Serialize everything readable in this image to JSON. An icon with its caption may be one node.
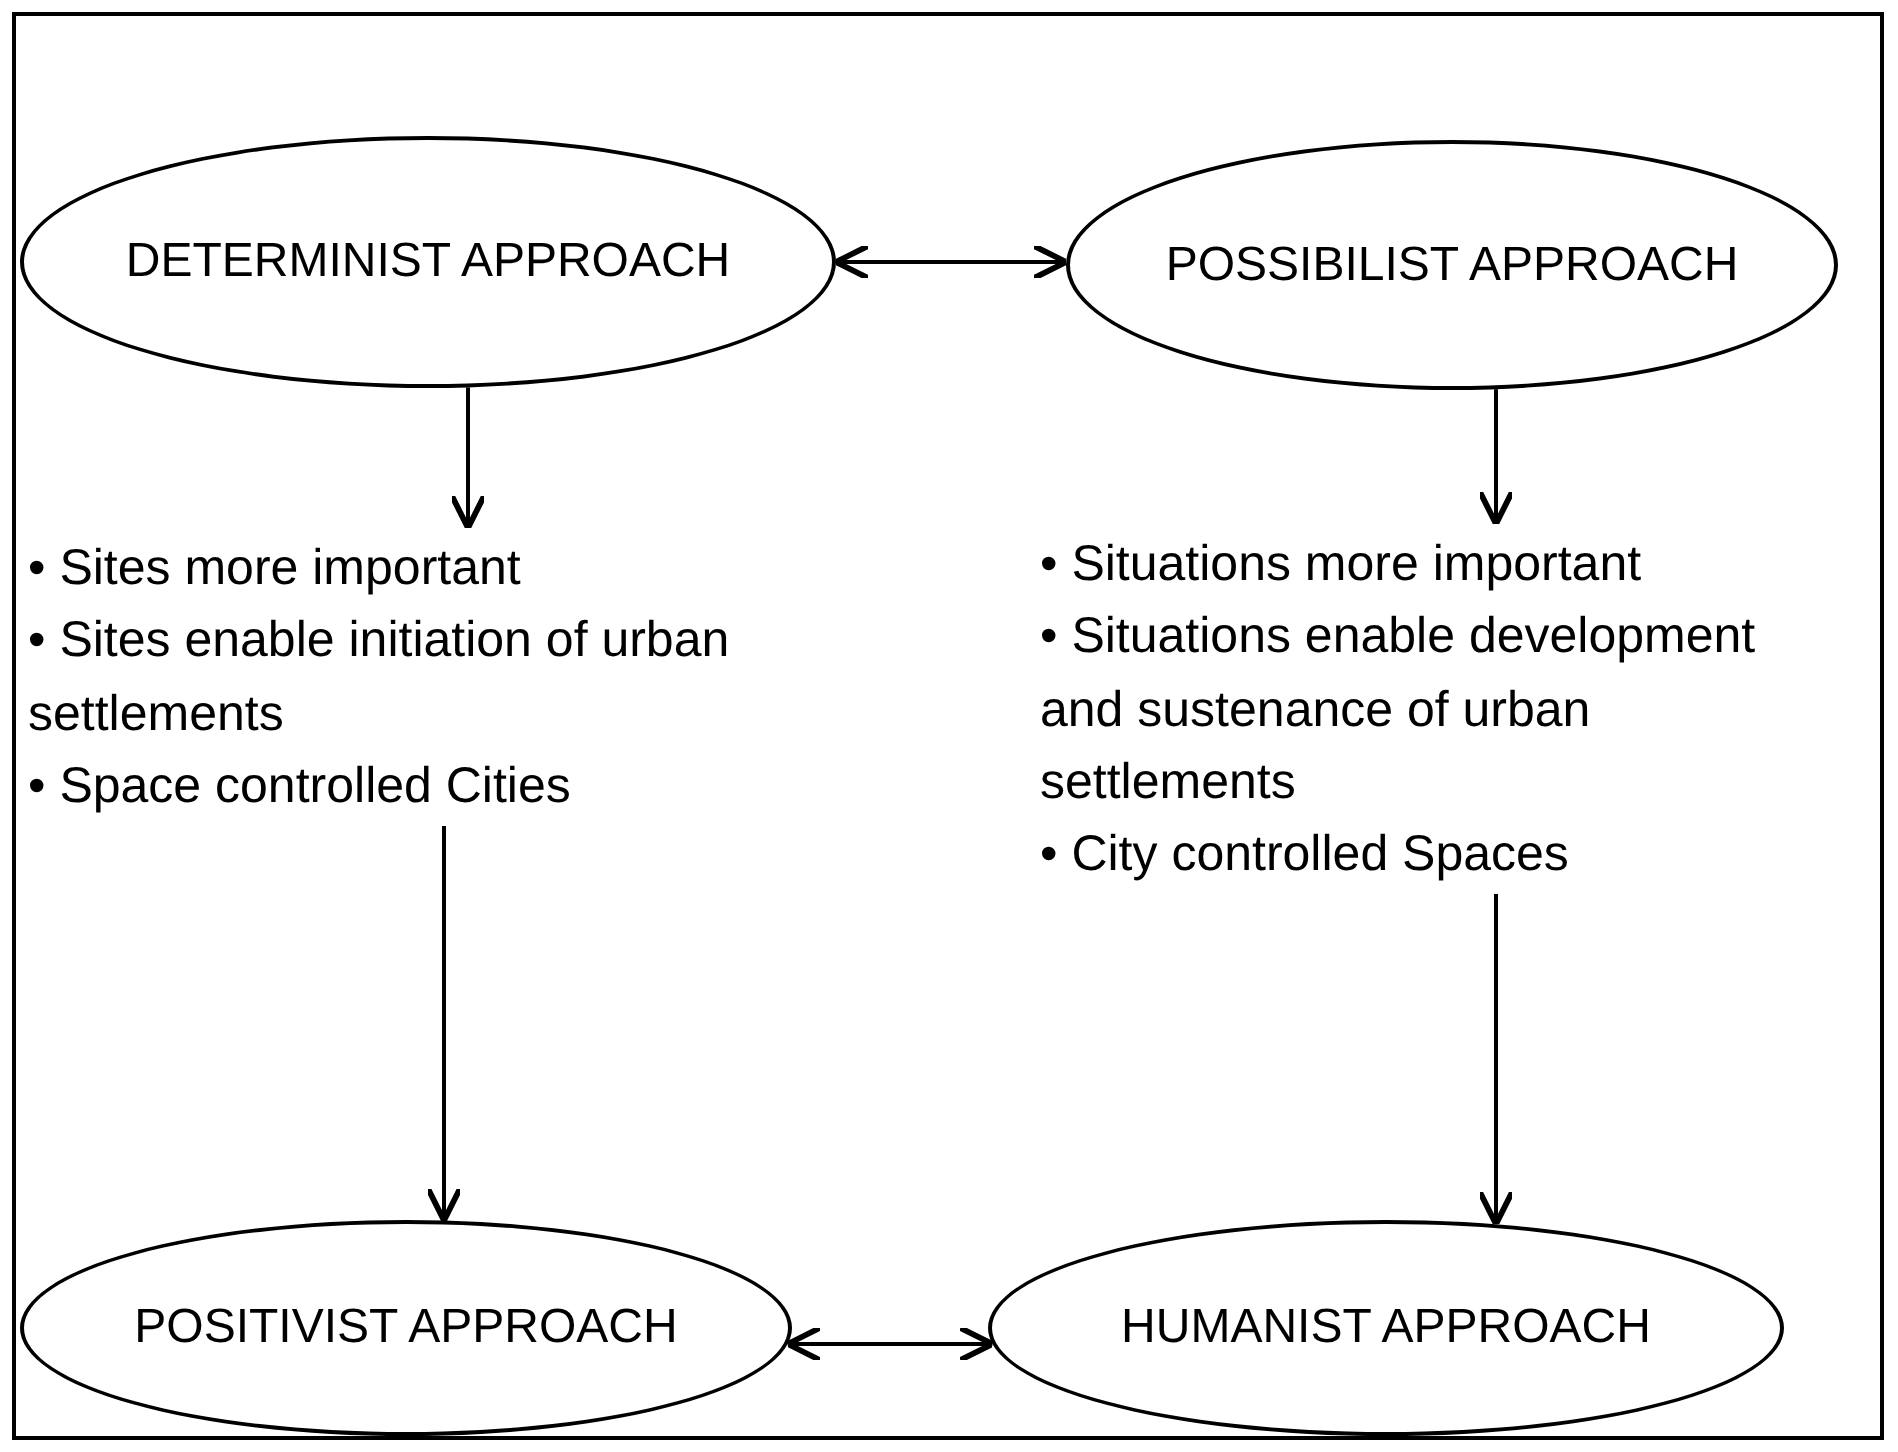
{
  "diagram": {
    "nodes": [
      {
        "text": [
          "DETERMINIST APPROACH"
        ]
      },
      {
        "text": [
          "POSSIBILIST APPROACH"
        ]
      },
      {
        "text": [
          "• Sites more important",
          "• Sites enable initiation of urban settlements",
          "• Space controlled Cities"
        ]
      },
      {
        "text": [
          "• Situations more important",
          "• Situations enable development and sustenance of urban settlements",
          "• City controlled Spaces"
        ]
      },
      {
        "text": [
          "POSITIVIST APPROACH"
        ]
      },
      {
        "text": [
          "HUMANIST APPROACH"
        ]
      }
    ],
    "edges": [
      {
        "from": 0,
        "to": 1,
        "arrow": "both"
      },
      {
        "from": 0,
        "to": 2,
        "arrow": "to"
      },
      {
        "from": 2,
        "to": 4,
        "arrow": "to"
      },
      {
        "from": 1,
        "to": 3,
        "arrow": "to"
      },
      {
        "from": 3,
        "to": 5,
        "arrow": "to"
      },
      {
        "from": 4,
        "to": 5,
        "arrow": "both"
      }
    ]
  }
}
